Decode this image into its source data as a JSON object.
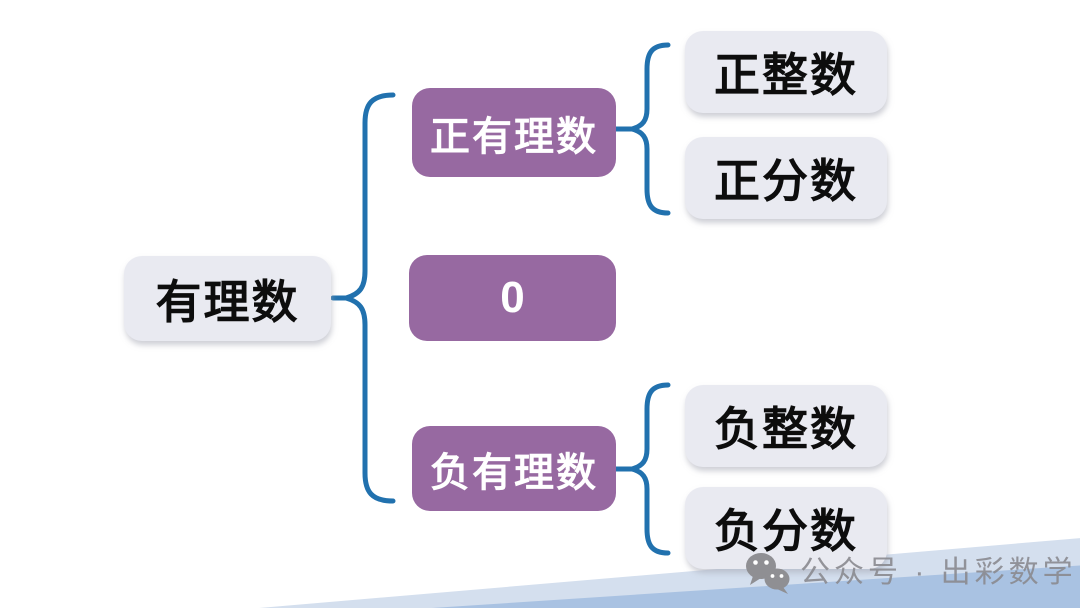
{
  "tree": {
    "root": {
      "label": "有理数"
    },
    "branches": [
      {
        "label": "正有理数",
        "children": [
          {
            "label": "正整数"
          },
          {
            "label": "正分数"
          }
        ]
      },
      {
        "label": "0",
        "children": []
      },
      {
        "label": "负有理数",
        "children": [
          {
            "label": "负整数"
          },
          {
            "label": "负分数"
          }
        ]
      }
    ]
  },
  "watermark": {
    "icon": "wechat-icon",
    "text": "公众号 · 出彩数学"
  },
  "colors": {
    "node_purple": "#9769a1",
    "node_gray": "#e9eaf1",
    "brace_blue": "#2171ae",
    "band_light": "#d4dfee",
    "band_medium": "#a9c2e2",
    "watermark_gray": "#8a8a8f",
    "text_dark": "#0d0d0d",
    "text_white": "#ffffff"
  }
}
